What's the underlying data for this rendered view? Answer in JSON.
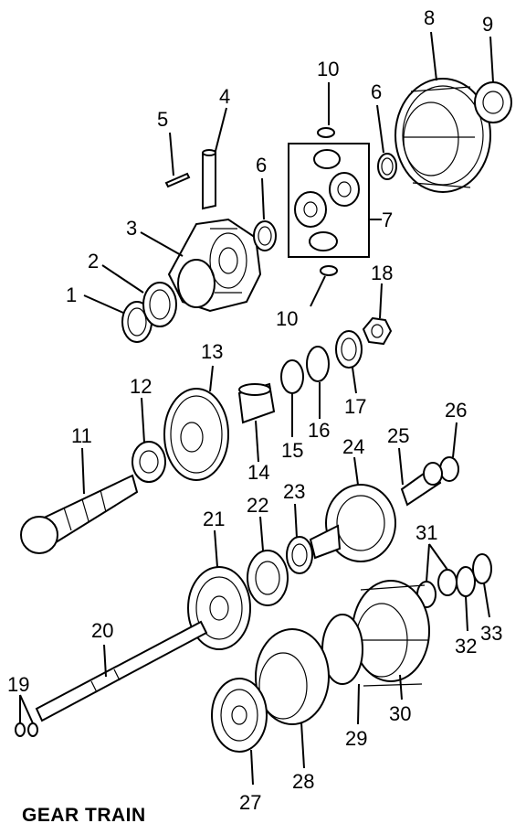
{
  "title": "GEAR TRAIN",
  "callouts": [
    {
      "id": "c1",
      "label": "1"
    },
    {
      "id": "c2",
      "label": "2"
    },
    {
      "id": "c3",
      "label": "3"
    },
    {
      "id": "c4",
      "label": "4"
    },
    {
      "id": "c5",
      "label": "5"
    },
    {
      "id": "c6a",
      "label": "6"
    },
    {
      "id": "c6b",
      "label": "6"
    },
    {
      "id": "c7",
      "label": "7"
    },
    {
      "id": "c8",
      "label": "8"
    },
    {
      "id": "c9",
      "label": "9"
    },
    {
      "id": "c10a",
      "label": "10"
    },
    {
      "id": "c10b",
      "label": "10"
    },
    {
      "id": "c11",
      "label": "11"
    },
    {
      "id": "c12",
      "label": "12"
    },
    {
      "id": "c13",
      "label": "13"
    },
    {
      "id": "c14",
      "label": "14"
    },
    {
      "id": "c15",
      "label": "15"
    },
    {
      "id": "c16",
      "label": "16"
    },
    {
      "id": "c17",
      "label": "17"
    },
    {
      "id": "c18",
      "label": "18"
    },
    {
      "id": "c19",
      "label": "19"
    },
    {
      "id": "c20",
      "label": "20"
    },
    {
      "id": "c21",
      "label": "21"
    },
    {
      "id": "c22",
      "label": "22"
    },
    {
      "id": "c23",
      "label": "23"
    },
    {
      "id": "c24",
      "label": "24"
    },
    {
      "id": "c25",
      "label": "25"
    },
    {
      "id": "c26",
      "label": "26"
    },
    {
      "id": "c27",
      "label": "27"
    },
    {
      "id": "c28",
      "label": "28"
    },
    {
      "id": "c29",
      "label": "29"
    },
    {
      "id": "c30",
      "label": "30"
    },
    {
      "id": "c31",
      "label": "31"
    },
    {
      "id": "c32",
      "label": "32"
    },
    {
      "id": "c33",
      "label": "33"
    }
  ]
}
